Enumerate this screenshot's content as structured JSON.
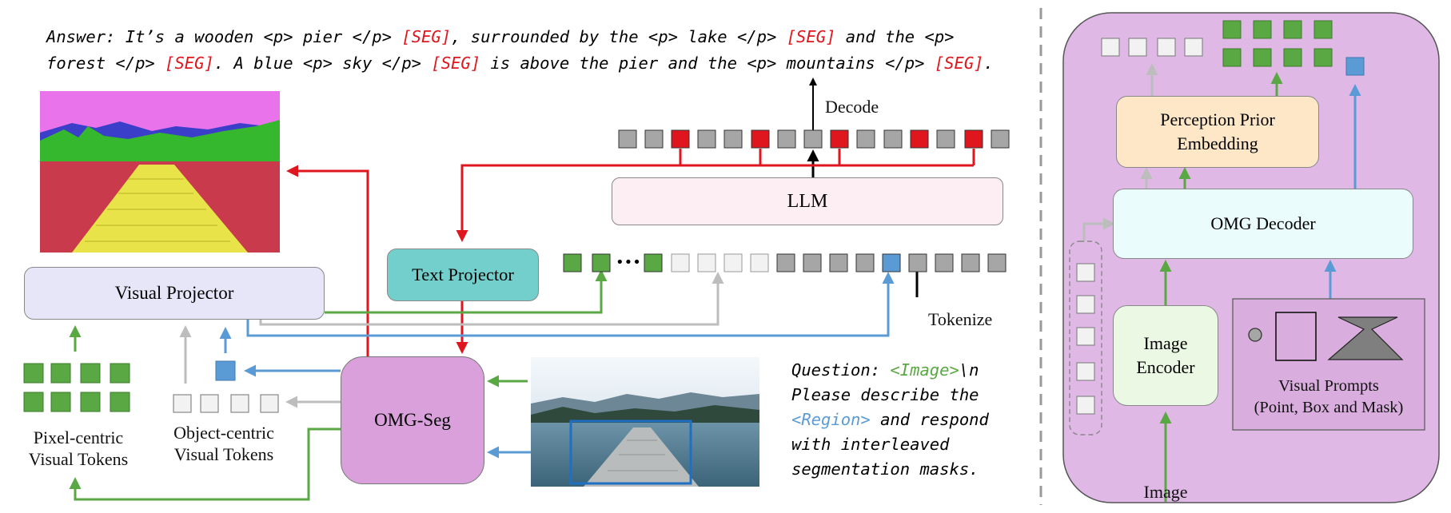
{
  "answer": {
    "l1a": "Answer: It’s a wooden <p> pier </p> ",
    "seg1": "[SEG]",
    "l1b": ", surrounded by the <p> lake </p> ",
    "seg2": "[SEG]",
    "l1c": " and the <p>",
    "l2a": "forest </p> ",
    "seg3": "[SEG]",
    "l2b": ". A blue <p> sky </p> ",
    "seg4": "[SEG]",
    "l2c": " is above the pier and the <p> mountains </p> ",
    "seg5": "[SEG]",
    "l2d": "."
  },
  "labels": {
    "decode": "Decode",
    "llm": "LLM",
    "text_projector": "Text Projector",
    "visual_projector": "Visual Projector",
    "tokenize": "Tokenize",
    "omg_seg": "OMG-Seg",
    "pixel_tokens_1": "Pixel-centric",
    "pixel_tokens_2": "Visual Tokens",
    "object_tokens_1": "Object-centric",
    "object_tokens_2": "Visual Tokens",
    "dots": "•••"
  },
  "question": {
    "prefix": "Question: ",
    "image_tag": "<Image>",
    "newline": "\\n",
    "l2": "Please describe the",
    "region_tag": "<Region>",
    "l3b": " and respond",
    "l4": "with interleaved",
    "l5": "segmentation masks."
  },
  "right_panel": {
    "perception_1": "Perception Prior",
    "perception_2": "Embedding",
    "omg_decoder": "OMG Decoder",
    "image_encoder_1": "Image",
    "image_encoder_2": "Encoder",
    "visual_prompts_1": "Visual Prompts",
    "visual_prompts_2": "(Point, Box and Mask)",
    "image_input": "Image"
  },
  "colors": {
    "seg_red": "#e0161f",
    "green": "#5aa843",
    "blue": "#5b9bd5",
    "gray_token": "#a6a6a6",
    "panel": "#e0b8e6",
    "omg_seg": "#d9a0dc",
    "text_projector": "#72cfcb",
    "llm": "#fdeef3",
    "visual_projector": "#e6e6f8",
    "perception": "#fde7c7",
    "omg_decoder": "#eafcfc",
    "image_encoder": "#eaf8e4"
  },
  "icons": [
    "point-icon",
    "box-icon",
    "mask-icon"
  ]
}
